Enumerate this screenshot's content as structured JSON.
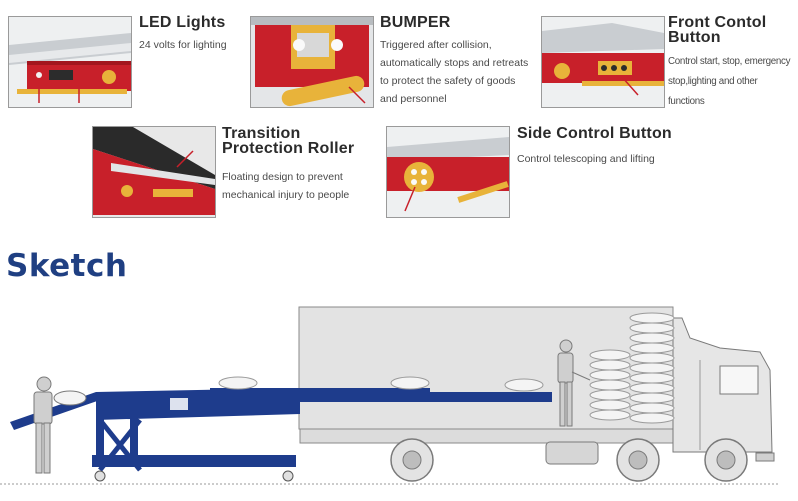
{
  "features": [
    {
      "id": "led",
      "title": "LED Lights",
      "description": "24 volts for lighting"
    },
    {
      "id": "bumper",
      "title": "BUMPER",
      "description": "Triggered after collision, automatically stops and retreats to protect the safety of goods and personnel"
    },
    {
      "id": "front",
      "title": "Front Contol Button",
      "description": "Control start, stop, emergency stop,lighting and other functions"
    },
    {
      "id": "transition",
      "title": "Transition Protection Roller",
      "description": "Floating design to prevent mechanical injury to people"
    },
    {
      "id": "side",
      "title": "Side Control Button",
      "description": "Control telescoping and lifting"
    }
  ],
  "sketch": {
    "title": "Sketch"
  },
  "colors": {
    "accent_red": "#c8202a",
    "roller_yellow": "#e8b33a",
    "conveyor_blue": "#1e3c8c",
    "sketch_title": "#1f3f82"
  }
}
